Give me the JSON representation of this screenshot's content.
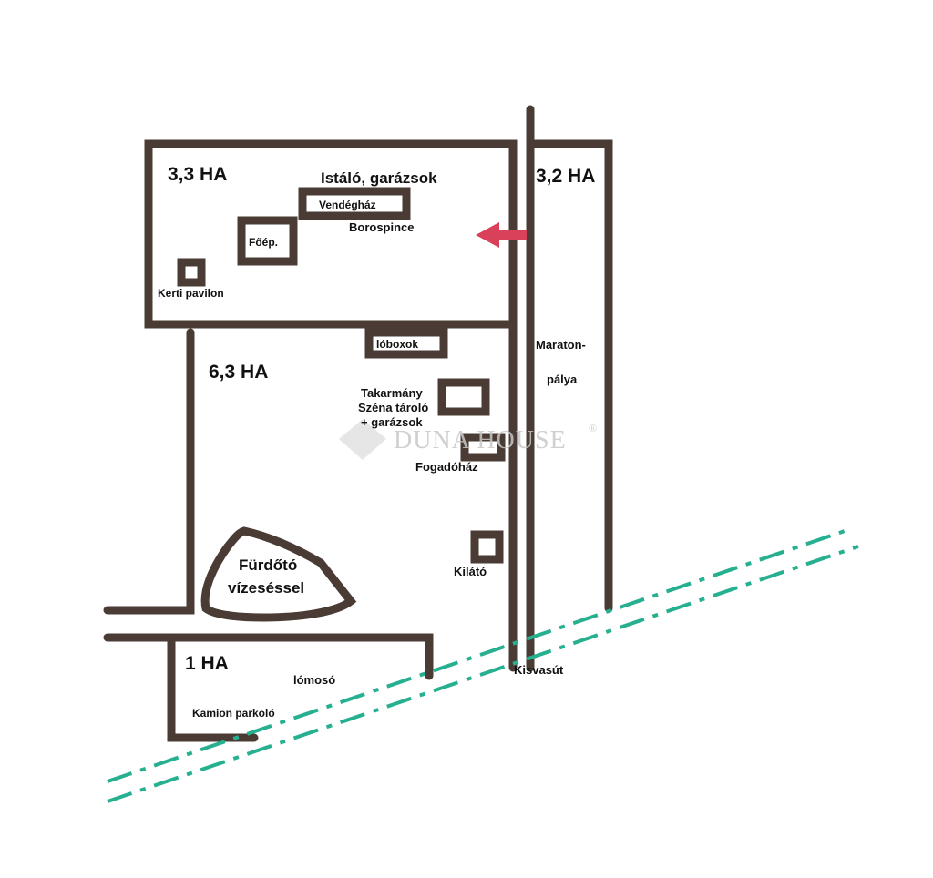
{
  "colors": {
    "wall": "#4a3c35",
    "rail": "#26b08f",
    "arrow": "#d9405a",
    "text": "#111111",
    "watermark": "#c8c8c8"
  },
  "areas": {
    "top_left": "3,3 HA",
    "right_strip": "3,2 HA",
    "middle": "6,3 HA",
    "bottom": "1 HA"
  },
  "labels": {
    "stables": "Istáló, garázsok",
    "guesthouse": "Vendégház",
    "wine_cellar": "Borospince",
    "main_building": "Főép.",
    "garden_pavilion": "Kerti pavilon",
    "horse_boxes": "lóboxok",
    "feed": "Takarmány",
    "hay_storage": "Széna tároló",
    "garages": "+ garázsok",
    "reception": "Fogadóház",
    "lake_line1": "Fürdőtó",
    "lake_line2": "vízeséssel",
    "lookout": "Kilátó",
    "marathon_line1": "Maraton-",
    "marathon_line2": "pálya",
    "narrow_gauge": "Kisvasút",
    "horse_wash": "lómosó",
    "truck_parking": "Kamion parkoló"
  },
  "watermark": {
    "text": "DUNA HOUSE",
    "mark": "®"
  },
  "icons": {
    "arrow": "left-arrow-icon",
    "watermark_logo": "diamond-logo-icon"
  }
}
